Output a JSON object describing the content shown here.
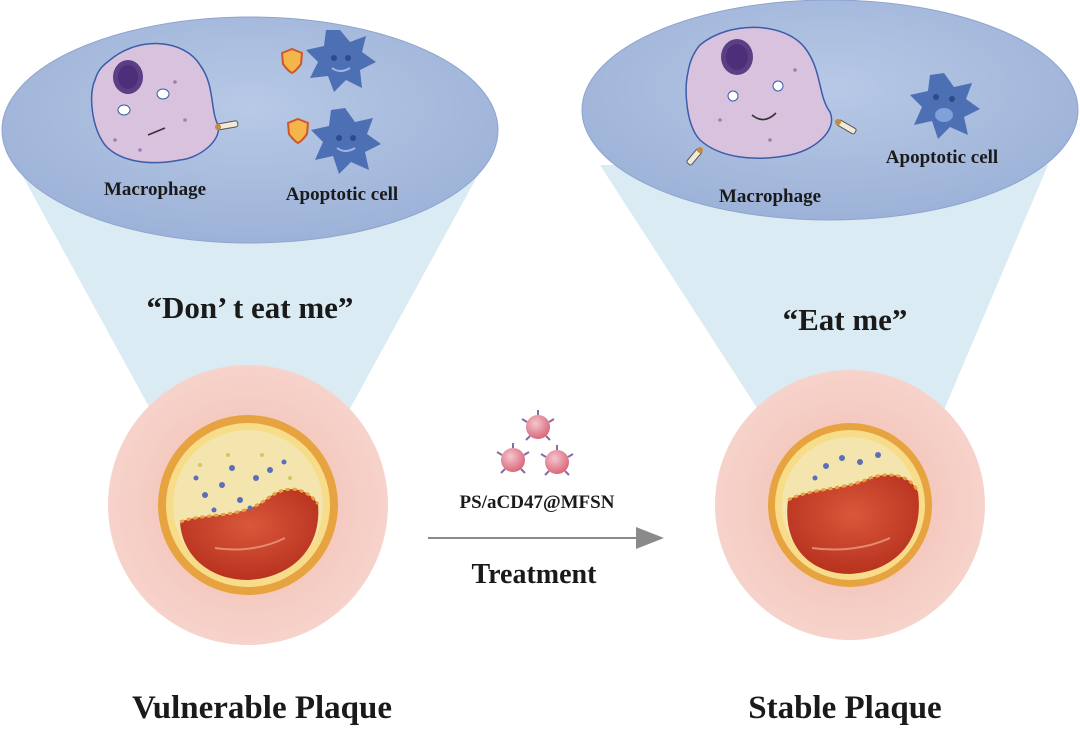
{
  "left_panel": {
    "macrophage_label": "Macrophage",
    "apoptotic_label": "Apoptotic cell",
    "signal_text": "“Don’ t eat me”",
    "plaque_label": "Vulnerable Plaque"
  },
  "right_panel": {
    "macrophage_label": "Macrophage",
    "apoptotic_label": "Apoptotic cell",
    "signal_text": "“Eat me”",
    "plaque_label": "Stable Plaque"
  },
  "middle": {
    "nanoparticle_label": "PS/aCD47@MFSN",
    "treatment_label": "Treatment"
  },
  "colors": {
    "ellipse_fill": "#a9bedf",
    "beam_fill": "#d5e9f2",
    "macrophage_fill": "#d8c2de",
    "cell_fill": "#4d6fb3",
    "vessel_halo": "#f4c9bf",
    "lumen_red": "#c9432c",
    "plaque_yellow": "#f3e3a6",
    "arrow_gray": "#8a8a8a"
  }
}
